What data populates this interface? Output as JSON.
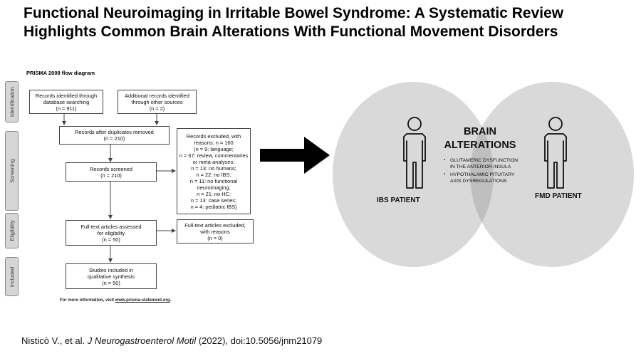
{
  "title": "Functional Neuroimaging in Irritable Bowel Syndrome: A Systematic Review Highlights Common Brain Alterations With Functional Movement Disorders",
  "citation": {
    "prefix": "Nisticò V., et al. ",
    "journal": "J Neurogastroenterol Motil",
    "suffix": " (2022), doi:10.5056/jnm21079"
  },
  "prisma": {
    "title": "PRISMA 2009 flow diagram",
    "stages": [
      "Identification",
      "Screening",
      "Eligibility",
      "Included"
    ],
    "boxes": {
      "database": [
        "Records identified through",
        "database searching",
        "(n = 911)"
      ],
      "other": [
        "Additional records identified",
        "through other sources",
        "(n = 2)"
      ],
      "duplicates": [
        "Records after duplicates removed",
        "(n = 210)"
      ],
      "screened": [
        "Records screened",
        "(n = 210)"
      ],
      "excluded": [
        "Records excluded, with",
        "reasons: n = 160",
        "(n = 9: language;",
        "n = 67: review, commentaries",
        "or meta-analyses;",
        "n = 13: no humans;",
        "n = 22: no IBS;",
        "n = 11: no functional",
        "neuroimaging;",
        "n = 21: no HC;",
        "n = 13: case series;",
        "n = 4: pediatric IBS]"
      ],
      "fulltext": [
        "Full-text articles assessed",
        "for eligibility",
        "(n = 50)"
      ],
      "fulltext_excluded": [
        "Full-text articles excluded,",
        "with reasons",
        "(n = 0)"
      ],
      "included": [
        "Studies included in",
        "qualitative synthesis",
        "(n = 50)"
      ]
    },
    "footnote_prefix": "For more information, visit ",
    "footnote_link": "www.prisma-statement.org",
    "footnote_suffix": "."
  },
  "venn": {
    "left_label": "IBS PATIENT",
    "right_label": "FMD PATIENT",
    "center_title_1": "BRAIN",
    "center_title_2": "ALTERATIONS",
    "bullets": [
      [
        "GLUTAMERIC DYSFUNCTION",
        "IN THE ANTERIOR INSULA"
      ],
      [
        "HYPOTHALAMIC PITUITARY",
        "AXIS DYSREGULATIONS"
      ]
    ],
    "colors": {
      "circle_fill": "#d9d9d9",
      "overlap_fill": "#bfbfbf",
      "arrow": "#000000"
    }
  }
}
